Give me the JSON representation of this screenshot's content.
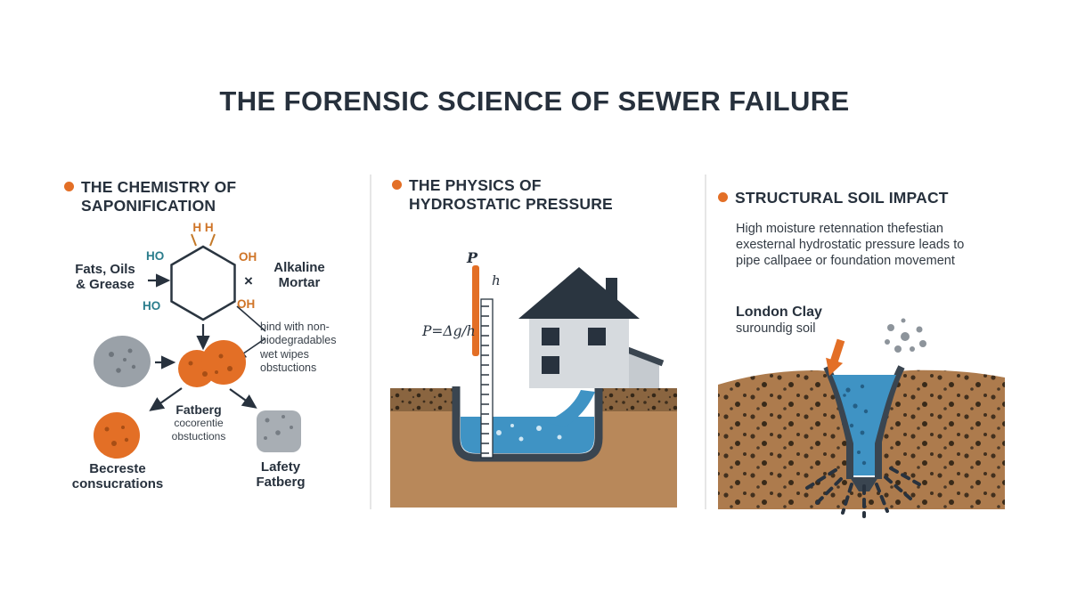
{
  "title": "THE FORENSIC SCIENCE OF SEWER FAILURE",
  "colors": {
    "accent_orange": "#e36f26",
    "ink_dark": "#28323e",
    "teal": "#2b7d8c",
    "water_blue": "#3f93c4",
    "soil_brown": "#b8885a"
  },
  "panels": {
    "chemistry": {
      "heading": "THE CHEMISTRY OF\nSAPONIFICATION",
      "fats_label": "Fats, Oils\n& Grease",
      "alkaline_label": "Alkaline\nMortar",
      "times_symbol": "×",
      "hex_top": "H H",
      "hex_top_left": "HO",
      "hex_top_right": "OH",
      "hex_bottom_left": "HO",
      "hex_bottom_right": "OH",
      "bind_note": "bind with non-\nbiodegradables\nwet wipes\nobstuctions",
      "fatberg_label": "Fatberg",
      "fatberg_sub": "cocorentie\nobstuctions",
      "result_left": "Becreste\nconsucrations",
      "result_right": "Lafety\nFatberg"
    },
    "physics": {
      "heading": "THE PHYSICS OF\nHYDROSTATIC PRESSURE",
      "pressure_label": "P",
      "height_label": "h",
      "formula": "P=Δg/h"
    },
    "soil": {
      "heading": "STRUCTURAL SOIL IMPACT",
      "body": "High moisture retennation thefestian\nexesternal hydrostatic pressure leads to\npipe callpaee or foundation movement",
      "clay_label": "London Clay",
      "clay_sub": "suroundig soil"
    }
  }
}
